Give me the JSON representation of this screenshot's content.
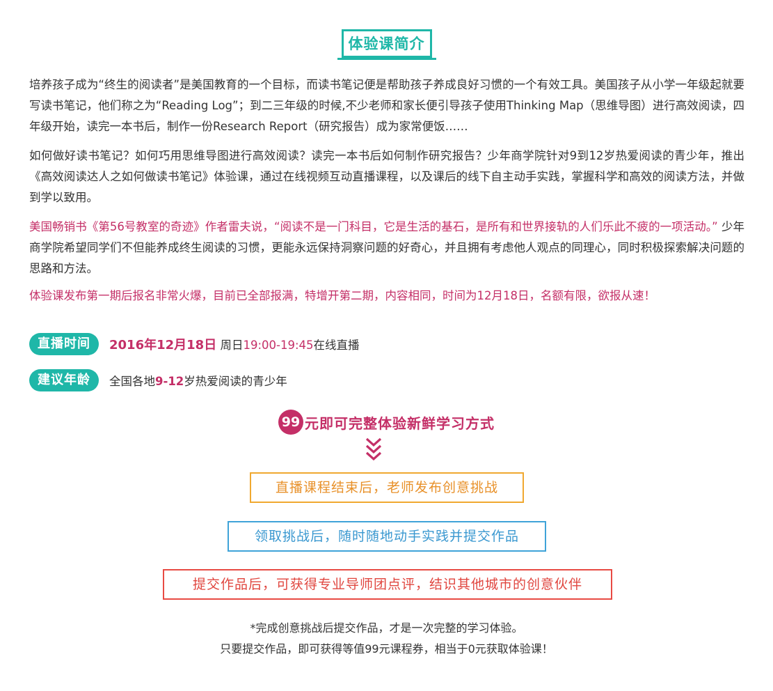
{
  "title": "体验课简介",
  "paragraphs": {
    "p1": "培养孩子成为“终生的阅读者”是美国教育的一个目标，而读书笔记便是帮助孩子养成良好习惯的一个有效工具。美国孩子从小学一年级起就要写读书笔记，他们称之为“Reading Log”；到二三年级的时候,不少老师和家长便引导孩子使用Thinking Map（思维导图）进行高效阅读，四年级开始，读完一本书后，制作一份Research Report（研究报告）成为家常便饭……",
    "p2": "如何做好读书笔记？如何巧用思维导图进行高效阅读？读完一本书后如何制作研究报告？少年商学院针对9到12岁热爱阅读的青少年，推出《高效阅读达人之如何做读书笔记》体验课，通过在线视频互动直播课程，以及课后的线下自主动手实践，掌握科学和高效的阅读方法，并做到学以致用。",
    "p3_pink": "美国畅销书《第56号教室的奇迹》作者雷夫说，“阅读不是一门科目，它是生活的基石，是所有和世界接轨的人们乐此不疲的一项活动。”",
    "p3_rest": " 少年商学院希望同学们不但能养成终生阅读的习惯，更能永远保持洞察问题的好奇心，并且拥有考虑他人观点的同理心，同时积极探索解决问题的思路和方法。",
    "p4": "体验课发布第一期后报名非常火爆，目前已全部报满，特增开第二期，内容相同，时间为12月18日，名额有限，欲报从速！"
  },
  "schedule": {
    "time_label": "直播时间",
    "date": "2016年12月18日",
    "weekday": " 周日",
    "time": "19:00-19:45",
    "mode": "在线直播",
    "age_label": "建议年龄",
    "age_prefix": "全国各地",
    "age_range": "9-12",
    "age_suffix": "岁热爱阅读的青少年"
  },
  "offer": {
    "price": "99",
    "text": "元即可完整体验新鲜学习方式"
  },
  "steps": [
    "直播课程结束后，老师发布创意挑战",
    "领取挑战后，随时随地动手实践并提交作品",
    "提交作品后，可获得专业导师团点评，结识其他城市的创意伙伴"
  ],
  "notes": [
    "*完成创意挑战后提交作品，才是一次完整的学习体验。",
    "只要提交作品，即可获得等值99元课程券，相当于0元获取体验课！"
  ],
  "colors": {
    "teal": "#1fb7a8",
    "pink": "#c42f67",
    "orange": "#f0a830",
    "blue": "#3fa3d8",
    "red": "#e84a43"
  },
  "icons": {
    "chevron": "double-chevron-down-icon"
  }
}
